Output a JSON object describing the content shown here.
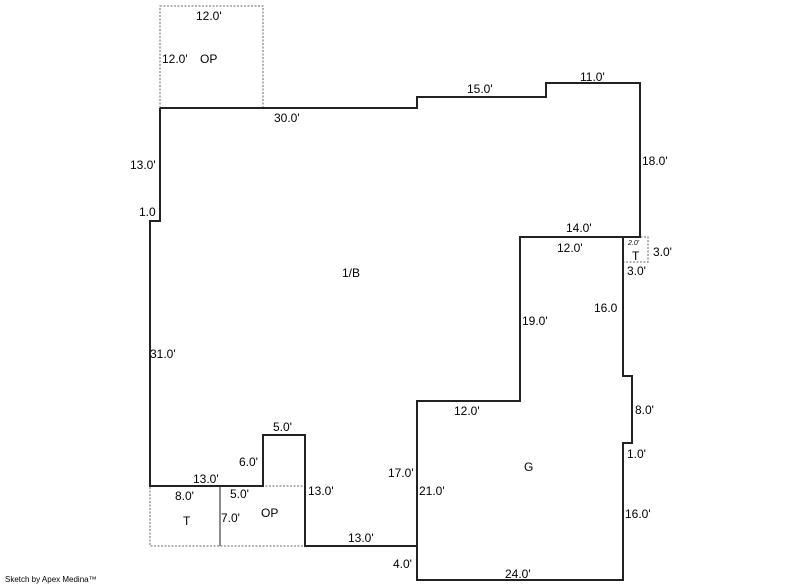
{
  "areas": {
    "main": "1/B",
    "garage": "G",
    "porch_top": "OP",
    "porch_bottom": "OP",
    "terrace_bottom": "T",
    "terrace_small": "T"
  },
  "dimensions": {
    "op_top_width": "12.0'",
    "op_top_height": "12.0'",
    "top_30": "30.0'",
    "top_15": "15.0'",
    "top_11": "11.0'",
    "right_18": "18.0'",
    "left_13": "13.0'",
    "left_1": "1.0",
    "left_31": "31.0'",
    "step_14": "14.0'",
    "garage_top_12": "12.0'",
    "t_small_top": "2.0'",
    "t_small_right": "3.0'",
    "t_small_bottom": "3.0'",
    "garage_right_16a": "16.0",
    "garage_inner_19": "19.0'",
    "garage_step_12": "12.0'",
    "bump_8": "8.0'",
    "bump_1": "1.0'",
    "garage_right_16b": "16.0'",
    "garage_bottom_24": "24.0'",
    "garage_left_21": "21.0'",
    "main_17": "17.0'",
    "main_4": "4.0'",
    "bottom_13a": "13.0'",
    "porch_right_13": "13.0'",
    "notch_5top": "5.0'",
    "notch_6": "6.0'",
    "bottom_13b": "13.0'",
    "t_width_8": "8.0'",
    "op_width_5": "5.0'",
    "op_height_7": "7.0'"
  },
  "footer": "Sketch by Apex Medina™"
}
